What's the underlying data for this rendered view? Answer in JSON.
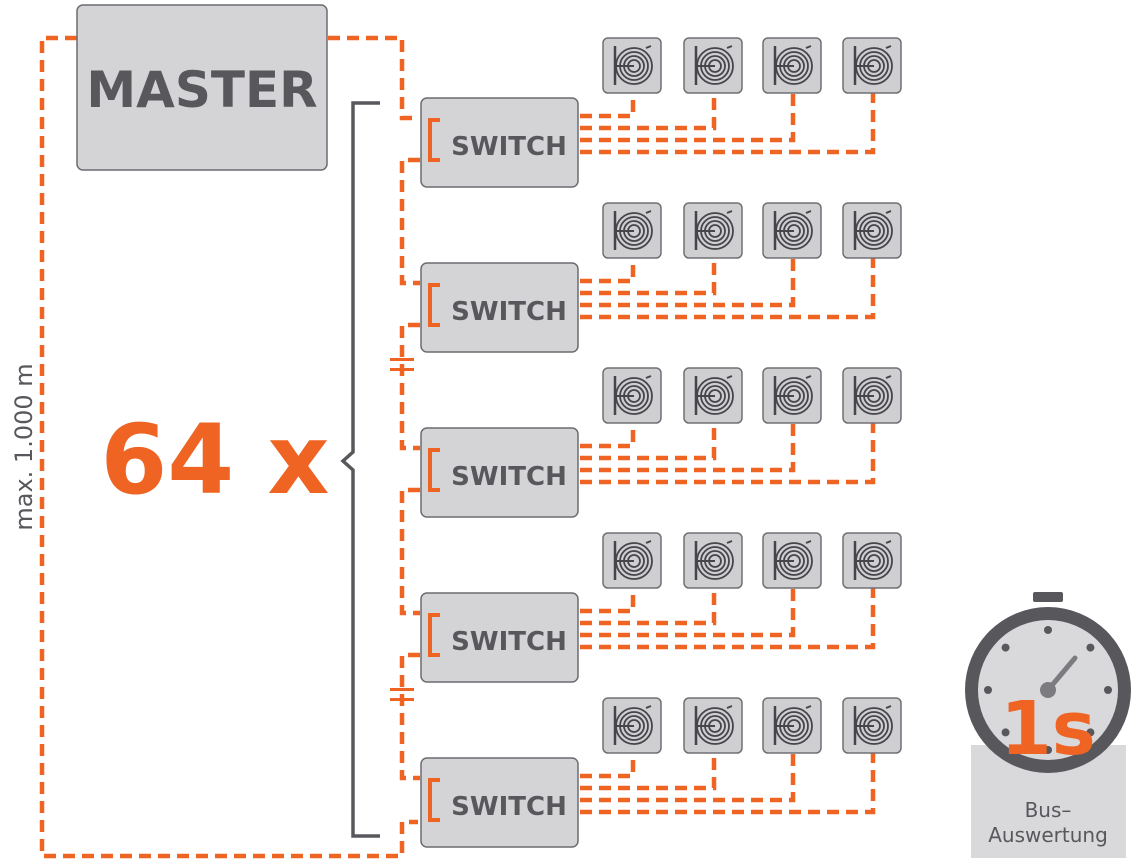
{
  "master": {
    "label": "MASTER"
  },
  "switch_label": "SWITCH",
  "switches": [
    {
      "hoses": 4
    },
    {
      "hoses": 4
    },
    {
      "hoses": 4
    },
    {
      "hoses": 4
    },
    {
      "hoses": 4
    }
  ],
  "count_label": "64 x",
  "distance_label": "max. 1.000 m",
  "timer": {
    "value": "1s",
    "caption_line1": "Bus–",
    "caption_line2": "Auswertung"
  },
  "colors": {
    "accent": "#f06423",
    "gray_dark": "#58585c",
    "box_fill": "#d4d4d6"
  }
}
